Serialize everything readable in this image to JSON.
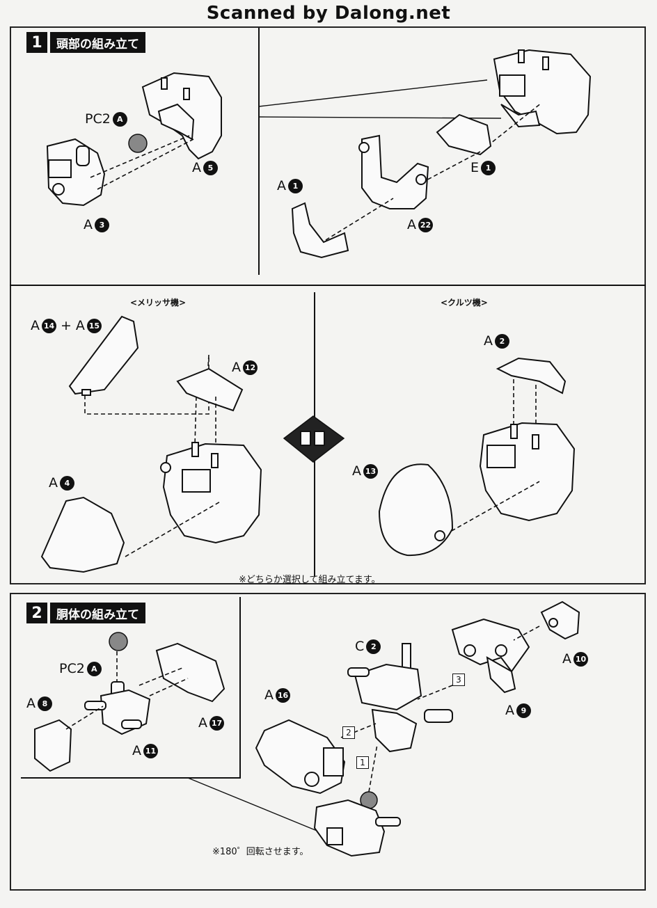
{
  "watermark": "Scanned by Dalong.net",
  "step1": {
    "number": "1",
    "title": "頭部の組み立て",
    "labels": {
      "pc2": "PC2",
      "pc2_code": "A",
      "a5": "A",
      "a5_num": "5",
      "a3": "A",
      "a3_num": "3",
      "e1": "E",
      "e1_num": "1",
      "a1": "A",
      "a1_num": "1",
      "a22": "A",
      "a22_num": "22"
    },
    "melissa": {
      "heading": "<メリッサ機>",
      "a14": "A",
      "a14_num": "14",
      "plus": "+",
      "a15": "A",
      "a15_num": "15",
      "a12": "A",
      "a12_num": "12",
      "a4": "A",
      "a4_num": "4"
    },
    "kurutsu": {
      "heading": "<クルツ機>",
      "a2": "A",
      "a2_num": "2",
      "a13": "A",
      "a13_num": "13"
    },
    "note": "※どちらか選択して組み立てます。"
  },
  "step2": {
    "number": "2",
    "title": "胴体の組み立て",
    "labels": {
      "pc2": "PC2",
      "pc2_code": "A",
      "a8": "A",
      "a8_num": "8",
      "a17": "A",
      "a17_num": "17",
      "a11": "A",
      "a11_num": "11",
      "c2": "C",
      "c2_num": "2",
      "a16": "A",
      "a16_num": "16",
      "a10": "A",
      "a10_num": "10",
      "a9": "A",
      "a9_num": "9"
    },
    "sequence": [
      "1",
      "2",
      "3"
    ],
    "note": "※180゜回転させます。"
  }
}
